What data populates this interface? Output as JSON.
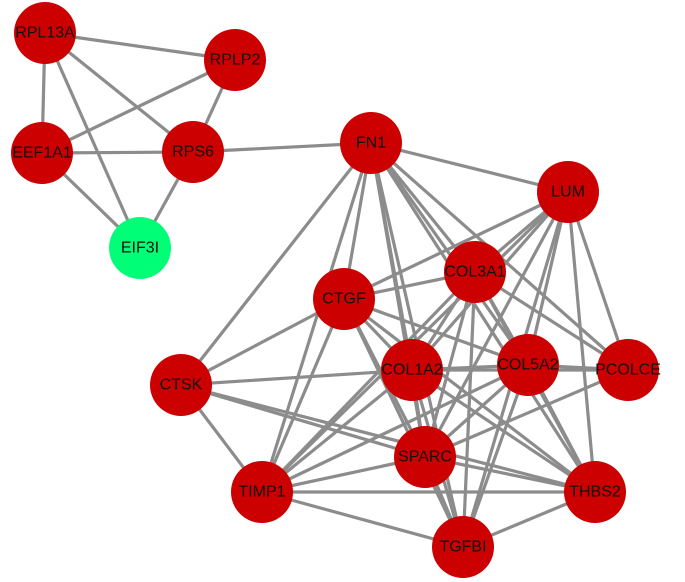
{
  "colors": {
    "background": "#ffffff",
    "edge": "#8c8c8c",
    "node_default": "#cc0000",
    "node_highlight": "#00ff77",
    "label": "#111111"
  },
  "nodes": [
    {
      "id": "RPL13A",
      "label": "RPL13A",
      "color": "#cc0000"
    },
    {
      "id": "RPLP2",
      "label": "RPLP2",
      "color": "#cc0000"
    },
    {
      "id": "EEF1A1",
      "label": "EEF1A1",
      "color": "#cc0000"
    },
    {
      "id": "RPS6",
      "label": "RPS6",
      "color": "#cc0000"
    },
    {
      "id": "EIF3I",
      "label": "EIF3I",
      "color": "#00ff77"
    },
    {
      "id": "FN1",
      "label": "FN1",
      "color": "#cc0000"
    },
    {
      "id": "LUM",
      "label": "LUM",
      "color": "#cc0000"
    },
    {
      "id": "COL3A1",
      "label": "COL3A1",
      "color": "#cc0000"
    },
    {
      "id": "CTGF",
      "label": "CTGF",
      "color": "#cc0000"
    },
    {
      "id": "COL1A2",
      "label": "COL1A2",
      "color": "#cc0000"
    },
    {
      "id": "COL5A2",
      "label": "COL5A2",
      "color": "#cc0000"
    },
    {
      "id": "PCOLCE",
      "label": "PCOLCE",
      "color": "#cc0000"
    },
    {
      "id": "CTSK",
      "label": "CTSK",
      "color": "#cc0000"
    },
    {
      "id": "SPARC",
      "label": "SPARC",
      "color": "#cc0000"
    },
    {
      "id": "TIMP1",
      "label": "TIMP1",
      "color": "#cc0000"
    },
    {
      "id": "THBS2",
      "label": "THBS2",
      "color": "#cc0000"
    },
    {
      "id": "TGFBI",
      "label": "TGFBI",
      "color": "#cc0000"
    }
  ],
  "edges": [
    [
      "RPL13A",
      "RPLP2"
    ],
    [
      "RPL13A",
      "EEF1A1"
    ],
    [
      "RPL13A",
      "RPS6"
    ],
    [
      "RPL13A",
      "EIF3I"
    ],
    [
      "RPLP2",
      "RPS6"
    ],
    [
      "RPLP2",
      "EEF1A1"
    ],
    [
      "EEF1A1",
      "RPS6"
    ],
    [
      "EEF1A1",
      "EIF3I"
    ],
    [
      "RPS6",
      "EIF3I"
    ],
    [
      "RPS6",
      "FN1"
    ],
    [
      "FN1",
      "LUM"
    ],
    [
      "FN1",
      "COL3A1"
    ],
    [
      "FN1",
      "CTGF"
    ],
    [
      "FN1",
      "COL1A2"
    ],
    [
      "FN1",
      "COL5A2"
    ],
    [
      "FN1",
      "PCOLCE"
    ],
    [
      "FN1",
      "CTSK"
    ],
    [
      "FN1",
      "SPARC"
    ],
    [
      "FN1",
      "TIMP1"
    ],
    [
      "FN1",
      "THBS2"
    ],
    [
      "FN1",
      "TGFBI"
    ],
    [
      "LUM",
      "COL3A1"
    ],
    [
      "LUM",
      "CTGF"
    ],
    [
      "LUM",
      "COL1A2"
    ],
    [
      "LUM",
      "COL5A2"
    ],
    [
      "LUM",
      "PCOLCE"
    ],
    [
      "LUM",
      "SPARC"
    ],
    [
      "LUM",
      "TIMP1"
    ],
    [
      "LUM",
      "THBS2"
    ],
    [
      "LUM",
      "TGFBI"
    ],
    [
      "COL3A1",
      "CTGF"
    ],
    [
      "COL3A1",
      "COL1A2"
    ],
    [
      "COL3A1",
      "COL5A2"
    ],
    [
      "COL3A1",
      "PCOLCE"
    ],
    [
      "COL3A1",
      "SPARC"
    ],
    [
      "COL3A1",
      "TIMP1"
    ],
    [
      "COL3A1",
      "THBS2"
    ],
    [
      "COL3A1",
      "TGFBI"
    ],
    [
      "CTGF",
      "COL1A2"
    ],
    [
      "CTGF",
      "COL5A2"
    ],
    [
      "CTGF",
      "CTSK"
    ],
    [
      "CTGF",
      "SPARC"
    ],
    [
      "CTGF",
      "TIMP1"
    ],
    [
      "CTGF",
      "THBS2"
    ],
    [
      "CTGF",
      "TGFBI"
    ],
    [
      "COL1A2",
      "COL5A2"
    ],
    [
      "COL1A2",
      "PCOLCE"
    ],
    [
      "COL1A2",
      "CTSK"
    ],
    [
      "COL1A2",
      "SPARC"
    ],
    [
      "COL1A2",
      "TIMP1"
    ],
    [
      "COL1A2",
      "THBS2"
    ],
    [
      "COL1A2",
      "TGFBI"
    ],
    [
      "COL5A2",
      "PCOLCE"
    ],
    [
      "COL5A2",
      "SPARC"
    ],
    [
      "COL5A2",
      "TIMP1"
    ],
    [
      "COL5A2",
      "THBS2"
    ],
    [
      "COL5A2",
      "TGFBI"
    ],
    [
      "PCOLCE",
      "SPARC"
    ],
    [
      "CTSK",
      "SPARC"
    ],
    [
      "CTSK",
      "TIMP1"
    ],
    [
      "CTSK",
      "THBS2"
    ],
    [
      "SPARC",
      "TIMP1"
    ],
    [
      "SPARC",
      "THBS2"
    ],
    [
      "SPARC",
      "TGFBI"
    ],
    [
      "TIMP1",
      "THBS2"
    ],
    [
      "TIMP1",
      "TGFBI"
    ],
    [
      "THBS2",
      "TGFBI"
    ]
  ]
}
